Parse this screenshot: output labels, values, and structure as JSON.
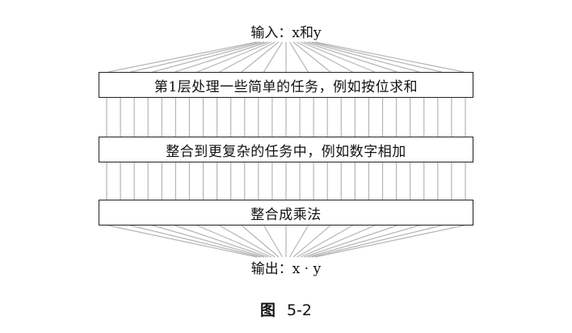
{
  "input_label": "输入：x和y",
  "layers": [
    "第1层处理一些简单的任务，例如按位求和",
    "整合到更复杂的任务中，例如数字相加",
    "整合成乘法"
  ],
  "output_label": "输出：x · y",
  "figure_caption": {
    "prefix": "图",
    "number": "5-2"
  },
  "connector_color": "#b5b5b5"
}
